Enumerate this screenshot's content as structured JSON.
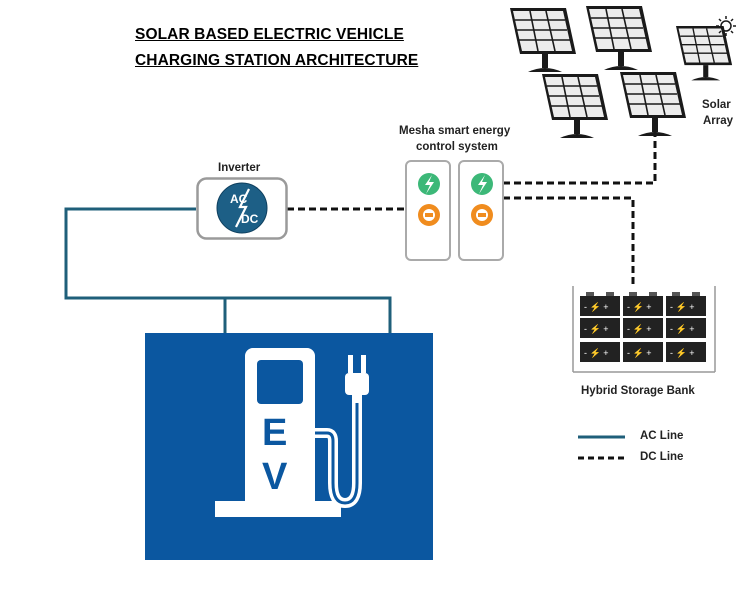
{
  "title": {
    "line1": "SOLAR BASED ELECTRIC VEHICLE",
    "line2": "CHARGING STATION ARCHITECTURE"
  },
  "components": {
    "inverter": {
      "label": "Inverter",
      "ac_text": "AC",
      "dc_text": "DC"
    },
    "controller": {
      "line1": "Mesha smart energy",
      "line2": "control system"
    },
    "solar": {
      "line1": "Solar",
      "line2": "Array"
    },
    "storage": {
      "label": "Hybrid Storage Bank"
    },
    "ev_station": {
      "letter_e": "E",
      "letter_v": "V"
    }
  },
  "legend": {
    "ac_line": "AC Line",
    "dc_line": "DC Line"
  },
  "colors": {
    "ac_line": "#1f5f7a",
    "dc_line": "#111111",
    "ev_blue": "#0b57a0",
    "inverter_blue": "#1d5f86",
    "bolt_green": "#3cb878",
    "plug_orange": "#f08c1e"
  },
  "icons": [
    "solar-panel-icon",
    "sun-icon",
    "battery-icon",
    "lightning-bolt-icon",
    "ev-charger-icon",
    "plug-icon"
  ]
}
